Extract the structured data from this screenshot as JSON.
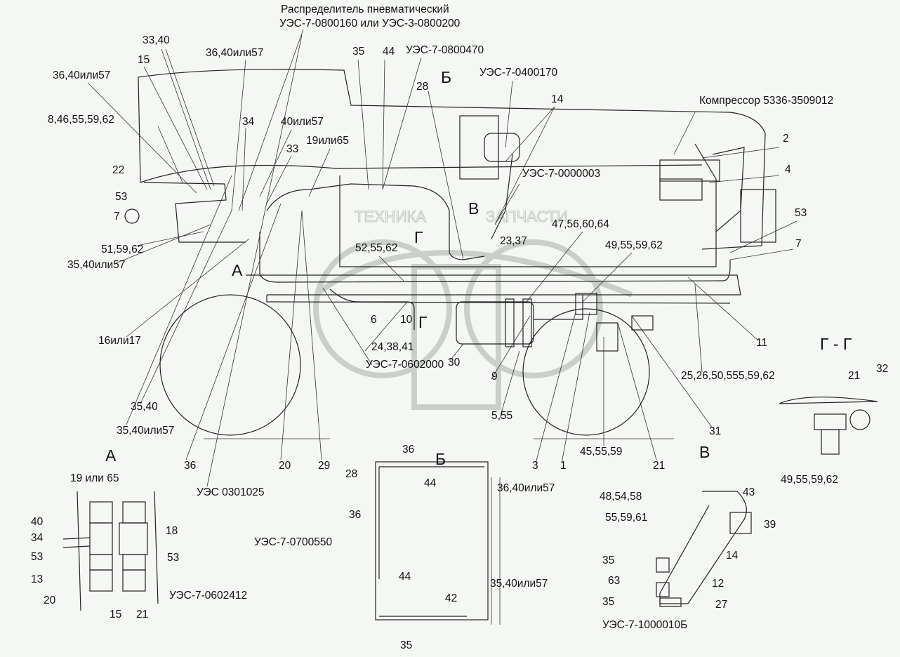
{
  "labels": [
    "Распределитель пневматический",
    "УЭС-7-0800160 или УЭС-3-0800200",
    "33,40",
    "15",
    "36,40или57",
    "36,40или57",
    "35",
    "44",
    "УЭС-7-0800470",
    "Б",
    "УЭС-7-0400170",
    "28",
    "14",
    "Компрессор 5336-3509012",
    "8,46,55,59,62",
    "34",
    "40или57",
    "33",
    "19или65",
    "2",
    "4",
    "22",
    "УЭС-7-0000003",
    "53",
    "7",
    "В",
    "53",
    "47,56,60,64",
    "Г",
    "23,37",
    "7",
    "49,55,59,62",
    "51,59,62",
    "52,55,62",
    "А",
    "35,40или57",
    "6",
    "10",
    "Г",
    "11",
    "Г - Г",
    "24,38,41",
    "16или17",
    "УЭС-7-0602000",
    "30",
    "9",
    "25,26,50,555,59,62",
    "21",
    "32",
    "5,55",
    "35,40",
    "35,40или57",
    "31",
    "А",
    "Б",
    "36",
    "В",
    "3",
    "1",
    "45,55,59",
    "21",
    "36",
    "20",
    "29",
    "УЭС 0301025",
    "44",
    "36,40или57",
    "49,55,59,62",
    "19 или 65",
    "28",
    "48,54,58",
    "43",
    "40",
    "18",
    "36",
    "УЭС-7-0700550",
    "34",
    "55,59,61",
    "39",
    "53",
    "53",
    "35",
    "14",
    "13",
    "63",
    "12",
    "44",
    "42",
    "35,40или57",
    "20",
    "УЭС-7-0602412",
    "35",
    "27",
    "15",
    "21",
    "УЭС-7-1000010Б",
    "35"
  ],
  "watermark": {
    "left": "ТЕХНИКА",
    "right": "ЗАПЧАСТИ",
    "logo": "ЭПФ"
  },
  "colors": {
    "line": "#222222",
    "background": "#f4f7f3",
    "watermark": "#c9cfc9"
  }
}
